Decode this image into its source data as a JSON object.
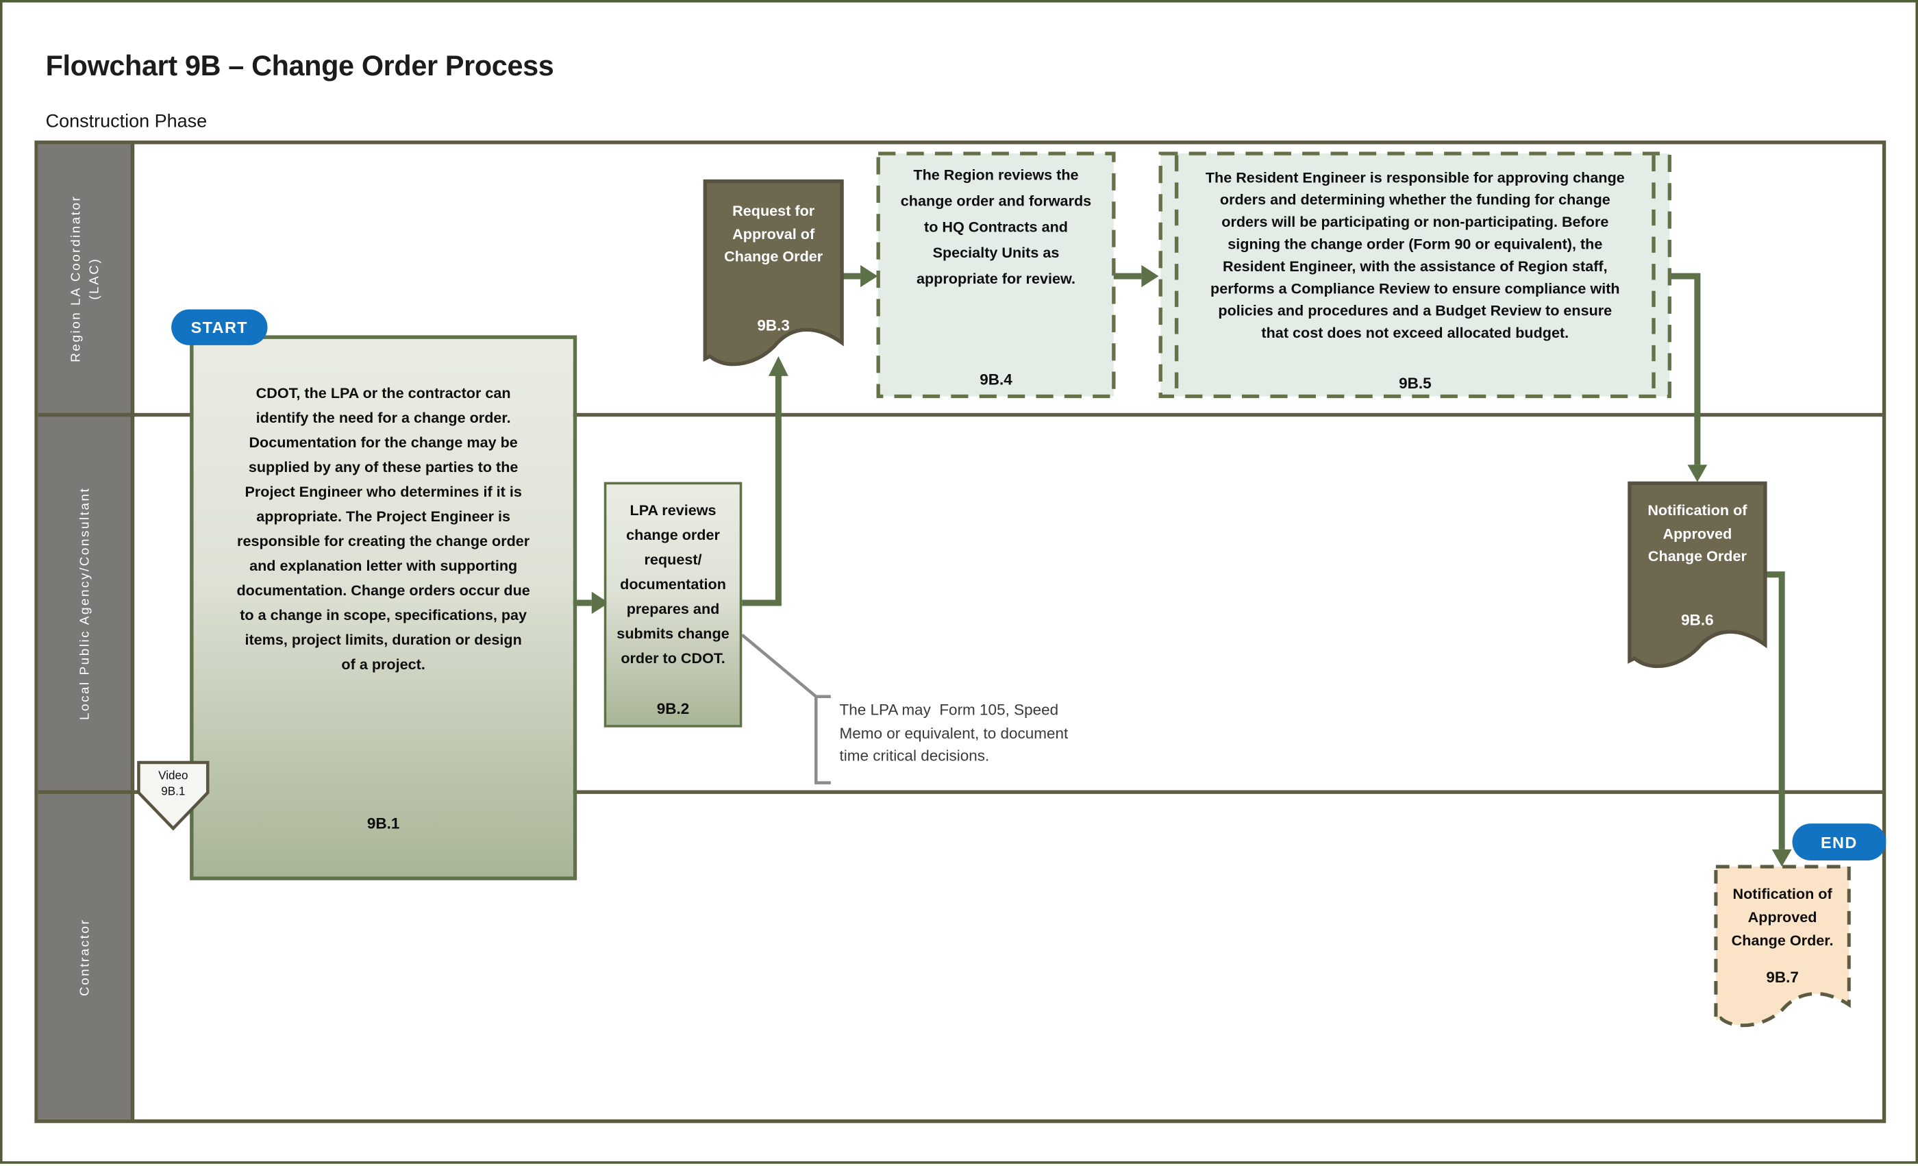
{
  "page": {
    "title": "Flowchart 9B – Change Order Process",
    "subtitle": "Construction Phase"
  },
  "lanes": [
    {
      "label": "Region LA Coordinator\n(LAC)"
    },
    {
      "label": "Local Public Agency/Consultant"
    },
    {
      "label": "Contractor"
    }
  ],
  "terminals": {
    "start_label": "START",
    "end_label": "END"
  },
  "steps": {
    "s1": {
      "label": "9B.1",
      "text": "CDOT, the LPA or the contractor can\nidentify the need for a change order.\nDocumentation for the change may be\nsupplied by any of these parties to the\nProject Engineer who determines if it is\nappropriate. The Project Engineer is\nresponsible for creating the change order\nand explanation letter with supporting\ndocumentation. Change orders occur due\nto a change in scope, specifications, pay\nitems, project limits, duration or design\nof a project."
    },
    "s2": {
      "label": "9B.2",
      "text": "LPA reviews\nchange order\nrequest/\ndocumentation\nprepares and\nsubmits change\norder to CDOT."
    },
    "s3": {
      "label": "9B.3",
      "text": "Request for\nApproval of\nChange Order"
    },
    "s4": {
      "label": "9B.4",
      "text": "The Region reviews the\nchange order and forwards\nto HQ Contracts and\nSpecialty Units as\nappropriate for review."
    },
    "s5": {
      "label": "9B.5",
      "text": "The Resident Engineer is responsible for approving change\norders and determining whether the funding for change\norders will be participating or non-participating. Before\nsigning the change order (Form 90 or equivalent), the\nResident Engineer, with the assistance of Region staff,\nperforms a Compliance Review to ensure compliance with\npolicies and procedures and a Budget Review to ensure\nthat cost does not exceed allocated budget."
    },
    "s6": {
      "label": "9B.6",
      "text": "Notification of\nApproved\nChange Order"
    },
    "s7": {
      "label": "9B.7",
      "text": "Notification of\nApproved\nChange Order."
    }
  },
  "video_callout": {
    "text": "Video\n9B.1"
  },
  "note": {
    "text": "The LPA may  Form 105, Speed\nMemo or equivalent, to document\ntime critical decisions."
  },
  "colors": {
    "accent_blue": "#1173c1",
    "arrow_olive": "#5d7149",
    "process_border_olive": "#5f7148",
    "sage_fill_top": "#eaece4",
    "sage_fill_bottom": "#a9b597",
    "document_fill_brown": "#6e6851",
    "mint_fill": "#e3ede5",
    "peach_fill": "#fbe3c8",
    "lane_header_gray": "#7a7975",
    "frame_olive": "#5d5b41",
    "note_leader_gray": "#8c8c8c"
  }
}
